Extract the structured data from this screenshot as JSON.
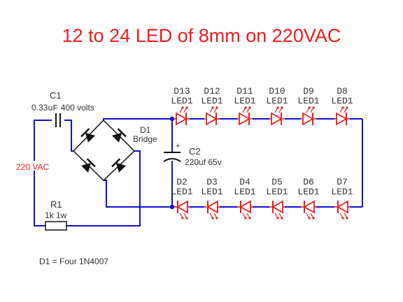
{
  "title": "12 to 24 LED of 8mm on 220VAC",
  "colors": {
    "title": "#ee1c1c",
    "wire": "#1010c8",
    "led": "#e61e1e",
    "diode": "#111111",
    "node": "#1010c8",
    "source_label": "#ee1c1c",
    "text": "#333333"
  },
  "components": {
    "c1": {
      "ref": "C1",
      "value_prefix": "0.33",
      "value_unit": "uF",
      "rating": "400 volts"
    },
    "d1": {
      "ref": "D1",
      "type": "Bridge"
    },
    "c2": {
      "ref": "C2",
      "value": "220uf 65v",
      "polarity": "+"
    },
    "r1": {
      "ref": "R1",
      "value": "1k 1w"
    },
    "source": {
      "label": "220 VAC"
    }
  },
  "led_model": "LED1",
  "leds_top": [
    "D13",
    "D12",
    "D11",
    "D10",
    "D9",
    "D8"
  ],
  "leds_bottom": [
    "D2",
    "D3",
    "D4",
    "D5",
    "D6",
    "D7"
  ],
  "note": "D1 = Four 1N4007"
}
